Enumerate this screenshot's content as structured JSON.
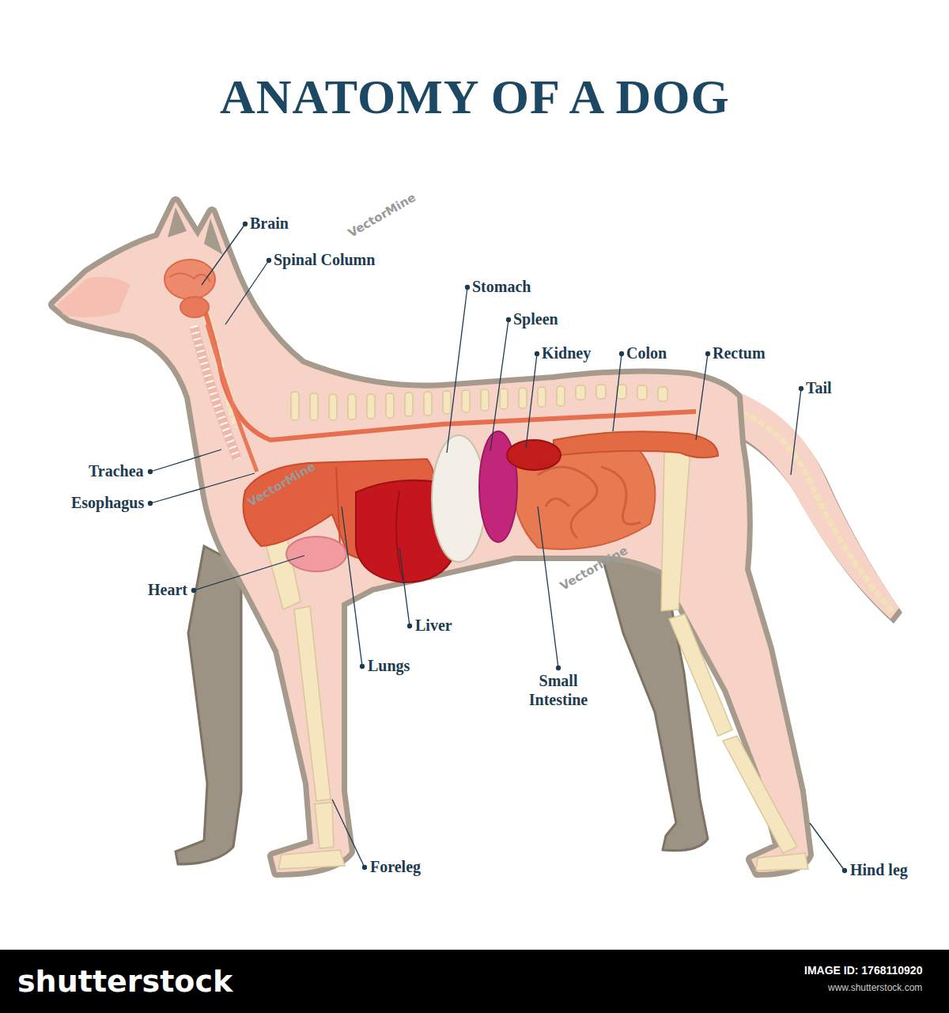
{
  "diagram": {
    "title": "ANATOMY OF A DOG",
    "labels": [
      "Brain",
      "Spinal Column",
      "Stomach",
      "Spleen",
      "Kidney",
      "Colon",
      "Rectum",
      "Tail",
      "Trachea",
      "Esophagus",
      "Heart",
      "Lungs",
      "Liver",
      "Small Intestine",
      "Foreleg",
      "Hind leg",
      "VectorMine",
      "VectorMine",
      "VectorMine",
      "shutterstock",
      "IMAGE ID: 1768110920",
      "www.shutterstock.com"
    ]
  }
}
